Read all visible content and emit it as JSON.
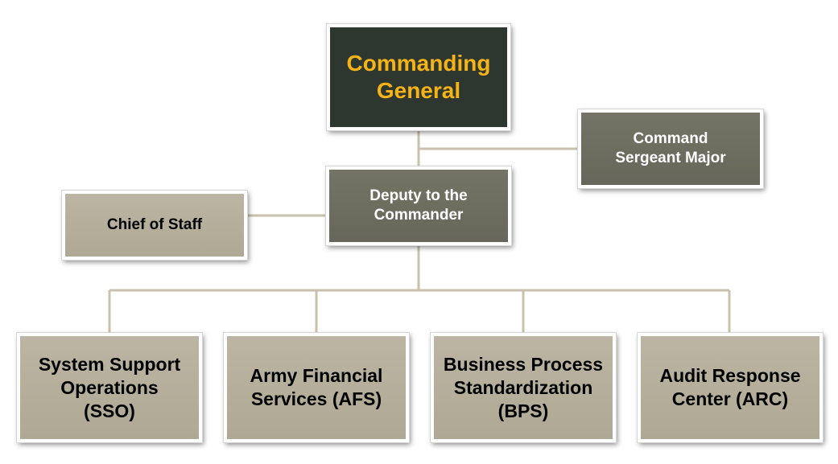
{
  "org_chart": {
    "commanding_general": {
      "label": "Commanding\nGeneral",
      "text_color": "#f5b315",
      "fill": "#2e3630"
    },
    "command_sergeant_major": {
      "label": "Command\nSergeant Major",
      "fill": "#6d6d60"
    },
    "deputy_to_commander": {
      "label": "Deputy to the\nCommander",
      "fill": "#6d6d60"
    },
    "chief_of_staff": {
      "label": "Chief of Staff",
      "fill": "#b5af9b"
    },
    "directorates": [
      {
        "label": "System Support\nOperations\n(SSO)"
      },
      {
        "label": "Army Financial\nServices (AFS)"
      },
      {
        "label": "Business Process\nStandardization\n(BPS)"
      },
      {
        "label": "Audit Response\nCenter (ARC)"
      }
    ],
    "connector_color": "#c9c1ad"
  }
}
